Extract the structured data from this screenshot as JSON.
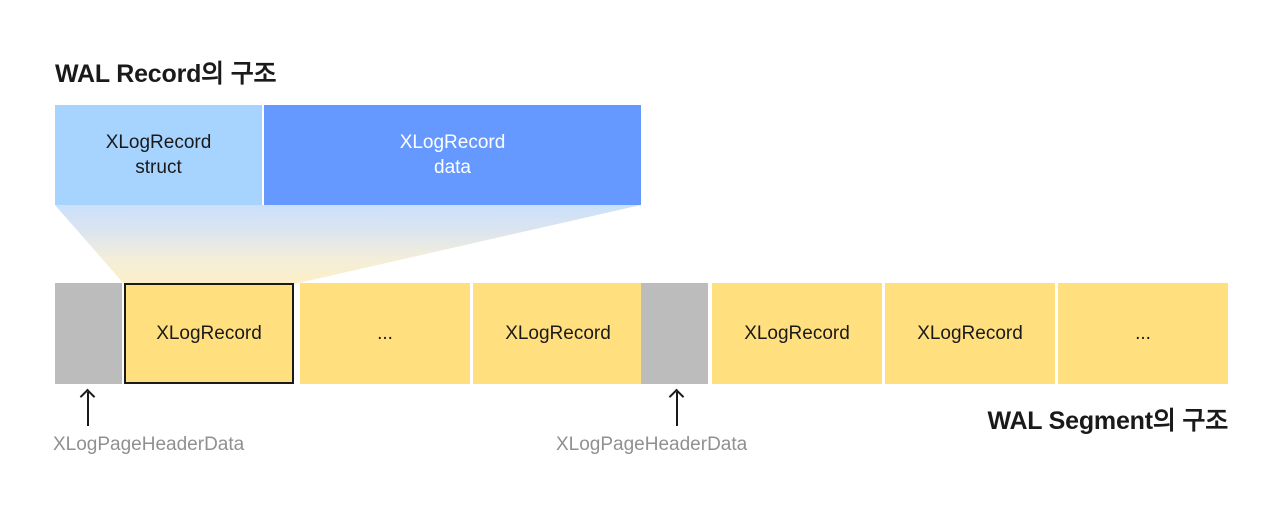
{
  "titles": {
    "record": "WAL Record의 구조",
    "segment": "WAL Segment의 구조"
  },
  "colors": {
    "record_struct_bg": "#a6d4ff",
    "record_data_bg": "#6699ff",
    "record_data_text": "#ffffff",
    "segment_record_bg": "#ffdf7e",
    "segment_header_bg": "#bcbcbc",
    "highlight_border": "#1a1a1a",
    "pointer_label_text": "#909090",
    "funnel_top": "#cfe2fb",
    "funnel_bottom": "#fdf0c8",
    "page_bg": "#ffffff"
  },
  "record": {
    "cells": [
      {
        "line1": "XLogRecord",
        "line2": "struct",
        "variant": "struct"
      },
      {
        "line1": "XLogRecord",
        "line2": "data",
        "variant": "data"
      }
    ]
  },
  "segment": {
    "blocks": [
      {
        "label": "",
        "type": "page-header",
        "highlight": false
      },
      {
        "label": "XLogRecord",
        "type": "record",
        "highlight": true
      },
      {
        "label": "...",
        "type": "record",
        "highlight": false
      },
      {
        "label": "XLogRecord",
        "type": "record",
        "highlight": false
      },
      {
        "label": "",
        "type": "page-header",
        "highlight": false
      },
      {
        "label": "XLogRecord",
        "type": "record",
        "highlight": false
      },
      {
        "label": "XLogRecord",
        "type": "record",
        "highlight": false
      },
      {
        "label": "...",
        "type": "record",
        "highlight": false
      }
    ]
  },
  "pointers": [
    {
      "label": "XLogPageHeaderData"
    },
    {
      "label": "XLogPageHeaderData"
    }
  ]
}
